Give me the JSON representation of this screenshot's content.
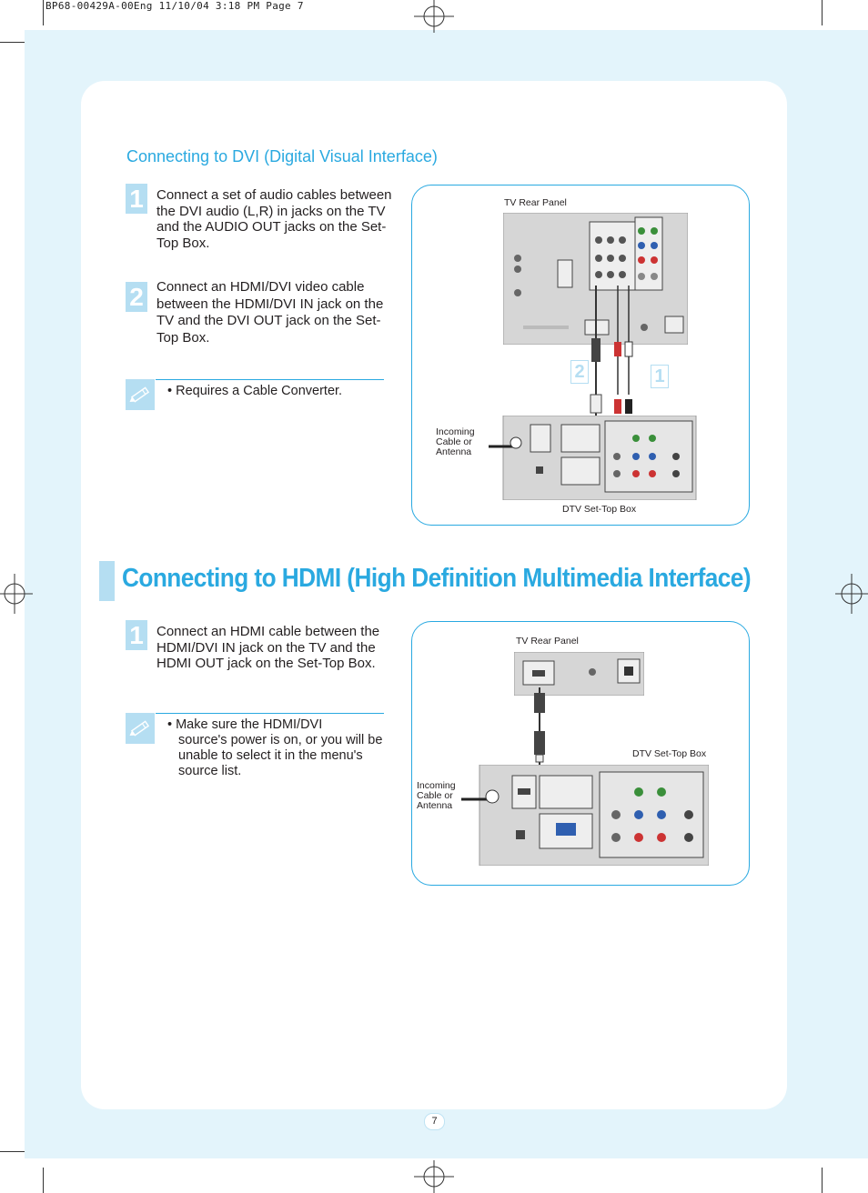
{
  "header": {
    "slug": "BP68-00429A-00Eng  11/10/04  3:18 PM  Page 7"
  },
  "dvi_section": {
    "heading": "Connecting to DVI (Digital Visual Interface)",
    "steps": [
      {
        "number": "1",
        "text": "Connect a set of audio cables between the DVI audio (L,R) in jacks on the TV and the AUDIO OUT jacks on the Set-Top Box."
      },
      {
        "number": "2",
        "text": "Connect an HDMI/DVI video cable between the HDMI/DVI IN jack on the TV and the DVI OUT jack on the Set-Top Box."
      }
    ],
    "note": "• Requires a Cable Converter.",
    "diagram": {
      "tv_label": "TV Rear Panel",
      "stb_label": "DTV Set-Top Box",
      "incoming_label": "Incoming Cable or Antenna",
      "callout_1": "1",
      "callout_2": "2"
    }
  },
  "hdmi_section": {
    "heading": "Connecting to HDMI (High Definition Multimedia Interface)",
    "steps": [
      {
        "number": "1",
        "text": "Connect an HDMI cable between the HDMI/DVI IN jack on the TV and the HDMI OUT jack on the Set-Top Box."
      }
    ],
    "note_line1": "• Make sure the HDMI/DVI",
    "note_rest": "source's power is on, or you will be unable to select it in the menu's source list.",
    "diagram": {
      "tv_label": "TV Rear Panel",
      "stb_label": "DTV Set-Top Box",
      "incoming_label": "Incoming Cable or Antenna"
    }
  },
  "footer": {
    "page_number": "7"
  },
  "colors": {
    "accent": "#2aa9e0",
    "bleed": "#e3f4fb",
    "badge": "#b5def2"
  },
  "icons": {
    "note": "pencil-note-icon",
    "registration": "registration-mark-icon"
  }
}
